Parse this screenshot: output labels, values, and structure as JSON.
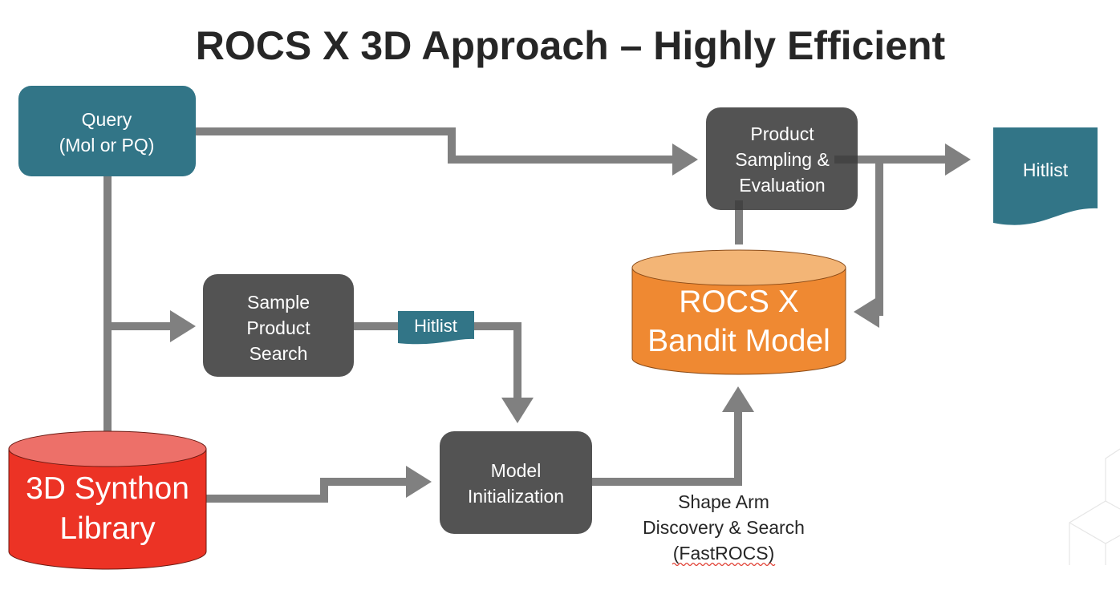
{
  "title": "ROCS X 3D Approach – Highly Efficient",
  "colors": {
    "teal": "#327587",
    "dark_box": "#535353",
    "connector": "#808080",
    "synthon_top": "#ed7069",
    "synthon_body": "#ec3325",
    "bandit_top": "#f3b576",
    "bandit_body": "#ef8932",
    "text_dark": "#262626",
    "text_light": "#ffffff",
    "spellcheck": "#e03b2f"
  },
  "nodes": {
    "query": {
      "lines": [
        "Query",
        "(Mol or PQ)"
      ]
    },
    "product_sampling": {
      "lines": [
        "Product",
        "Sampling &",
        "Evaluation"
      ]
    },
    "hitlist_output": {
      "label": "Hitlist"
    },
    "sample_product_search": {
      "lines": [
        "Sample",
        "Product",
        "Search"
      ]
    },
    "hitlist_intermediate": {
      "label": "Hitlist"
    },
    "bandit_model": {
      "lines": [
        "ROCS X",
        "Bandit Model"
      ]
    },
    "synthon_library": {
      "lines": [
        "3D Synthon",
        "Library"
      ]
    },
    "model_initialization": {
      "lines": [
        "Model",
        "Initialization"
      ]
    }
  },
  "annotation": {
    "lines": [
      "Shape Arm",
      "Discovery & Search",
      "(FastROCS)"
    ]
  },
  "edges": [
    {
      "from": "query",
      "to": "product_sampling"
    },
    {
      "from": "query",
      "to": "sample_product_search"
    },
    {
      "from": "synthon_library",
      "to": "query"
    },
    {
      "from": "sample_product_search",
      "to": "model_initialization",
      "via": "hitlist_intermediate"
    },
    {
      "from": "synthon_library",
      "to": "model_initialization"
    },
    {
      "from": "model_initialization",
      "to": "bandit_model",
      "label": "Shape Arm Discovery & Search (FastROCS)"
    },
    {
      "from": "product_sampling",
      "to": "hitlist_output"
    },
    {
      "from": "product_sampling",
      "to": "bandit_model"
    },
    {
      "from": "bandit_model",
      "to": "product_sampling"
    }
  ]
}
